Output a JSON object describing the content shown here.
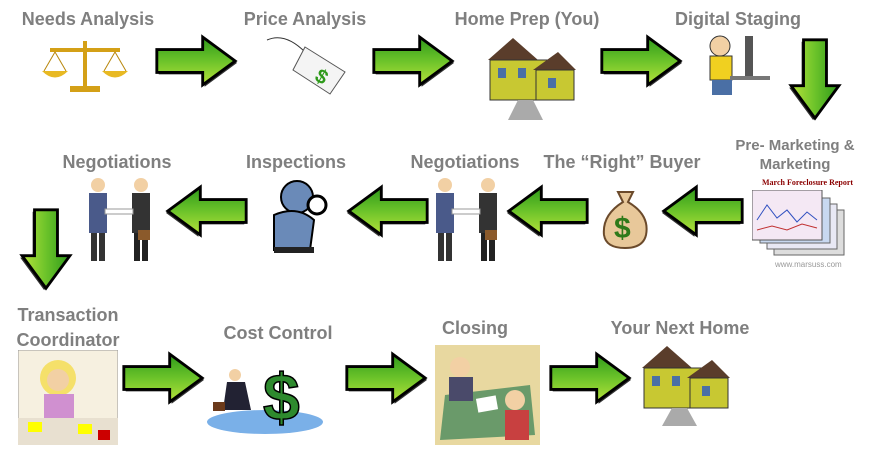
{
  "steps": {
    "needs_analysis": "Needs Analysis",
    "price_analysis": "Price Analysis",
    "home_prep": "Home Prep (You)",
    "digital_staging": "Digital Staging",
    "pre_marketing_line1": "Pre- Marketing &",
    "pre_marketing_line2": "Marketing",
    "right_buyer": "The “Right” Buyer",
    "negotiations_1": "Negotiations",
    "inspections": "Inspections",
    "negotiations_2": "Negotiations",
    "transaction_line1": "Transaction",
    "transaction_line2": "Coordinator",
    "cost_control": "Cost Control",
    "closing": "Closing",
    "next_home": "Your Next Home"
  },
  "report": {
    "title": "March Foreclosure Report",
    "url": "www.marsuss.com"
  },
  "colors": {
    "label": "#7f7f7f",
    "arrow_light": "#b6e23a",
    "arrow_dark": "#2e9a1a"
  },
  "icons": [
    "scales-icon",
    "price-tag-icon",
    "house-icon",
    "computer-user-icon",
    "report-icon",
    "money-bag-icon",
    "handshake-icon",
    "detective-icon",
    "stressed-worker-icon",
    "dollar-chase-icon",
    "meeting-icon"
  ]
}
